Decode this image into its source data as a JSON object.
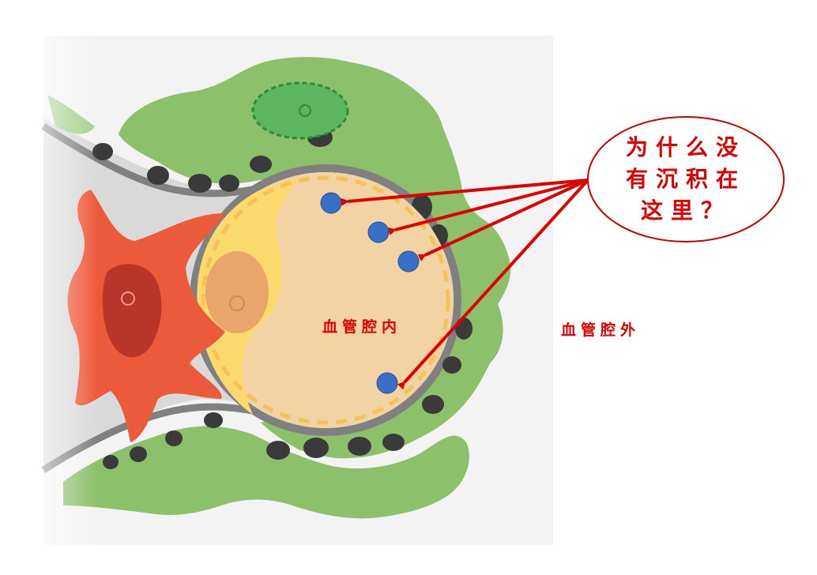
{
  "diagram": {
    "type": "biology-illustration",
    "subject": "capillary cross-section with surrounding cells",
    "labels": {
      "inside_lumen": "血管腔内",
      "outside_lumen": "血管腔外"
    },
    "callout": {
      "lines": [
        "为什么没",
        "有沉积在",
        "这里？"
      ]
    },
    "deposits": {
      "count": 4,
      "color": "#3a6fc8"
    },
    "colors": {
      "annotation_red": "#e00000",
      "lumen": "#f2d3a4",
      "endothelial_yellow": "#fcd96c",
      "vessel_wall": "#808080",
      "pericyte_green": "#8cc06a",
      "astrocyte_nucleus_green": "#3e9a4a",
      "microglia_red": "#ec5a3c",
      "microglia_nucleus": "#b8352a",
      "dark_deposits": "#3a3a3a"
    }
  }
}
